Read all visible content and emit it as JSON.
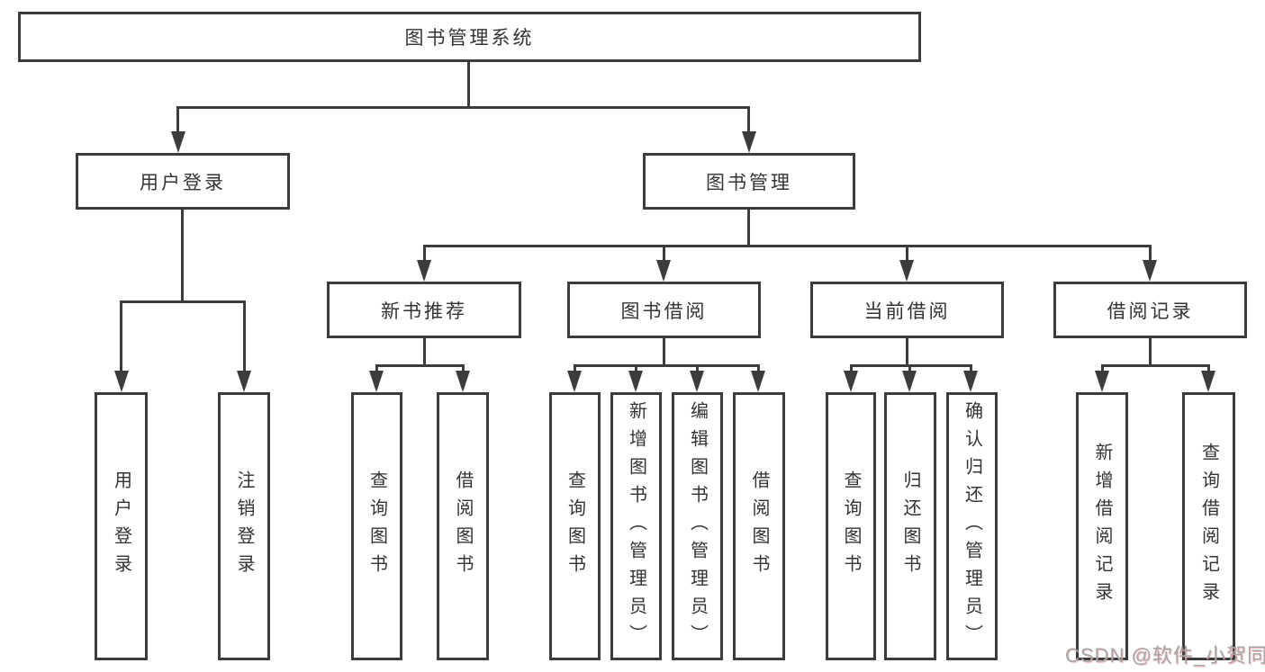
{
  "diagram": {
    "type": "hierarchy-tree",
    "root": {
      "label": "图书管理系统"
    },
    "level2": [
      {
        "label": "用户登录"
      },
      {
        "label": "图书管理"
      }
    ],
    "level3": [
      {
        "label": "新书推荐",
        "parent": "图书管理"
      },
      {
        "label": "图书借阅",
        "parent": "图书管理"
      },
      {
        "label": "当前借阅",
        "parent": "图书管理"
      },
      {
        "label": "借阅记录",
        "parent": "图书管理"
      }
    ],
    "leaves": [
      {
        "label": "用户登录",
        "parent": "用户登录"
      },
      {
        "label": "注销登录",
        "parent": "用户登录"
      },
      {
        "label": "查询图书",
        "parent": "新书推荐"
      },
      {
        "label": "借阅图书",
        "parent": "新书推荐"
      },
      {
        "label": "查询图书",
        "parent": "图书借阅"
      },
      {
        "label": "新增图书（管理员）",
        "parent": "图书借阅"
      },
      {
        "label": "编辑图书（管理员）",
        "parent": "图书借阅"
      },
      {
        "label": "借阅图书",
        "parent": "图书借阅"
      },
      {
        "label": "查询图书",
        "parent": "当前借阅"
      },
      {
        "label": "归还图书",
        "parent": "当前借阅"
      },
      {
        "label": "确认归还（管理员）",
        "parent": "当前借阅"
      },
      {
        "label": "新增借阅记录",
        "parent": "借阅记录"
      },
      {
        "label": "查询借阅记录",
        "parent": "借阅记录"
      }
    ],
    "colors": {
      "line": "#3c3c3c",
      "box_border": "#3c3c3c",
      "box_fill": "#ffffff",
      "text": "#333333",
      "background": "#ffffff"
    }
  },
  "watermark": {
    "text": "CSDN @软件_小贺同学",
    "color": "#a6a6a6"
  }
}
